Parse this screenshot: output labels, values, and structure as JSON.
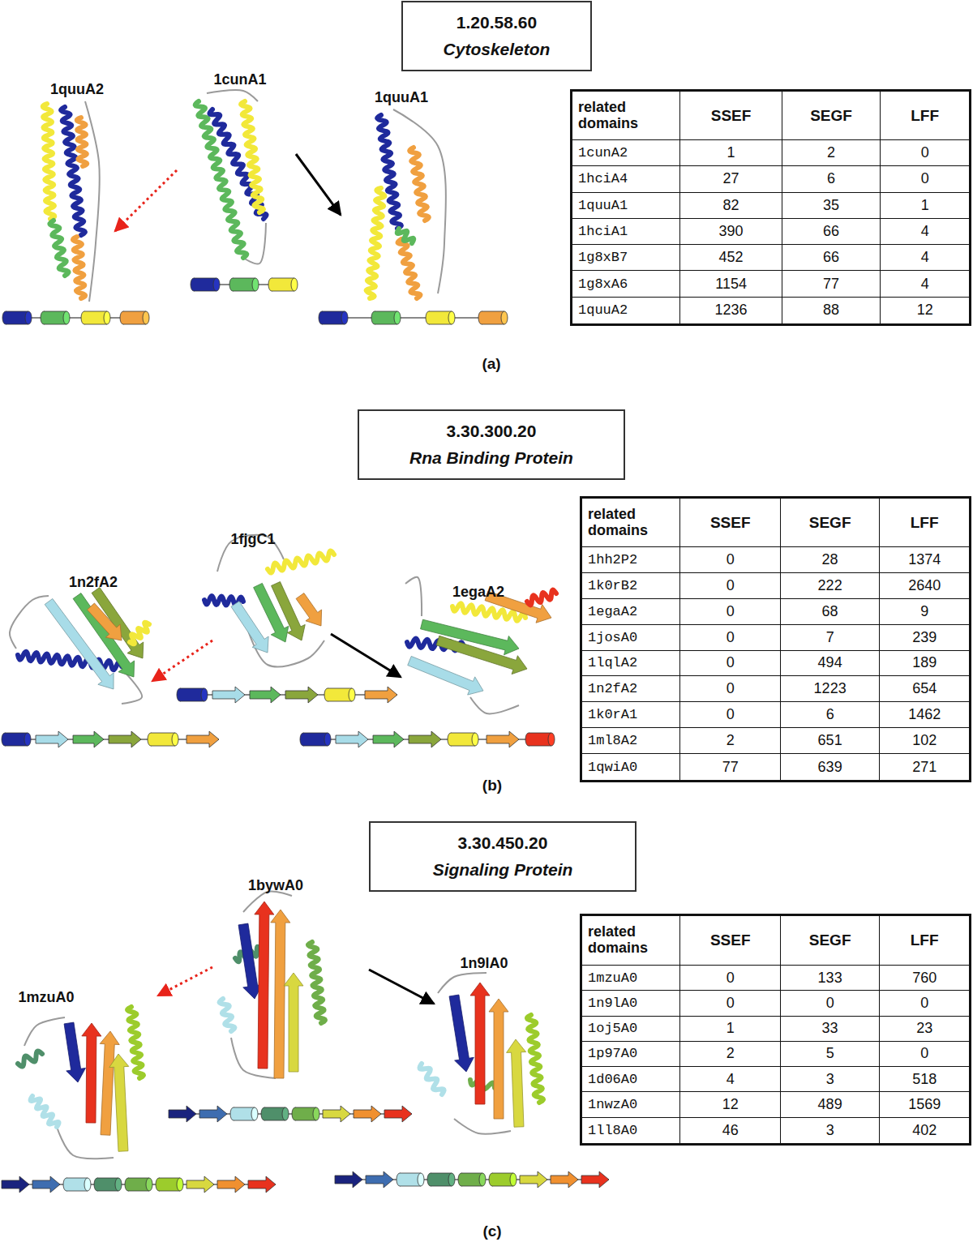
{
  "diagram": {
    "nodes": [
      {
        "text": [
          "1.20.58.60",
          "Cytoskeleton"
        ]
      },
      {
        "text": [
          "1quuA2"
        ]
      },
      {
        "text": [
          "1cunA1"
        ]
      },
      {
        "text": [
          "1quuA1"
        ]
      },
      {
        "text": [
          "3.30.300.20",
          "Rna Binding Protein"
        ]
      },
      {
        "text": [
          "1n2fA2"
        ]
      },
      {
        "text": [
          "1fjgC1"
        ]
      },
      {
        "text": [
          "1egaA2"
        ]
      },
      {
        "text": [
          "3.30.450.20",
          "Signaling Protein"
        ]
      },
      {
        "text": [
          "1mzuA0"
        ]
      },
      {
        "text": [
          "1bywA0"
        ]
      },
      {
        "text": [
          "1n9lA0"
        ]
      }
    ],
    "edges": [
      {
        "from": 2,
        "to": 1,
        "arrow": "to"
      },
      {
        "from": 2,
        "to": 3,
        "arrow": "to"
      },
      {
        "from": 6,
        "to": 5,
        "arrow": "to"
      },
      {
        "from": 6,
        "to": 7,
        "arrow": "to"
      },
      {
        "from": 10,
        "to": 9,
        "arrow": "to"
      },
      {
        "from": 10,
        "to": 11,
        "arrow": "to"
      }
    ],
    "labels": [
      "related domains",
      "SSEF",
      "SEGF",
      "LFF",
      "1cunA2",
      "1",
      "2",
      "0",
      "1hciA4",
      "27",
      "6",
      "0",
      "1quuA1",
      "82",
      "35",
      "1",
      "1hciA1",
      "390",
      "66",
      "4",
      "1g8xB7",
      "452",
      "66",
      "4",
      "1g8xA6",
      "1154",
      "77",
      "4",
      "1quuA2",
      "1236",
      "88",
      "12",
      "(a)",
      "related domains",
      "SSEF",
      "SEGF",
      "LFF",
      "1hh2P2",
      "0",
      "28",
      "1374",
      "1k0rB2",
      "0",
      "222",
      "2640",
      "1egaA2",
      "0",
      "68",
      "9",
      "1josA0",
      "0",
      "7",
      "239",
      "1lqlA2",
      "0",
      "494",
      "189",
      "1n2fA2",
      "0",
      "1223",
      "654",
      "1k0rA1",
      "0",
      "6",
      "1462",
      "1ml8A2",
      "2",
      "651",
      "102",
      "1qwiA0",
      "77",
      "639",
      "271",
      "(b)",
      "related domains",
      "SSEF",
      "SEGF",
      "LFF",
      "1mzuA0",
      "0",
      "133",
      "760",
      "1n9lA0",
      "0",
      "0",
      "0",
      "1oj5A0",
      "1",
      "33",
      "23",
      "1p97A0",
      "2",
      "5",
      "0",
      "1d06A0",
      "4",
      "3",
      "518",
      "1nwzA0",
      "12",
      "489",
      "1569",
      "1ll8A0",
      "46",
      "3",
      "402",
      "(c)"
    ]
  }
}
